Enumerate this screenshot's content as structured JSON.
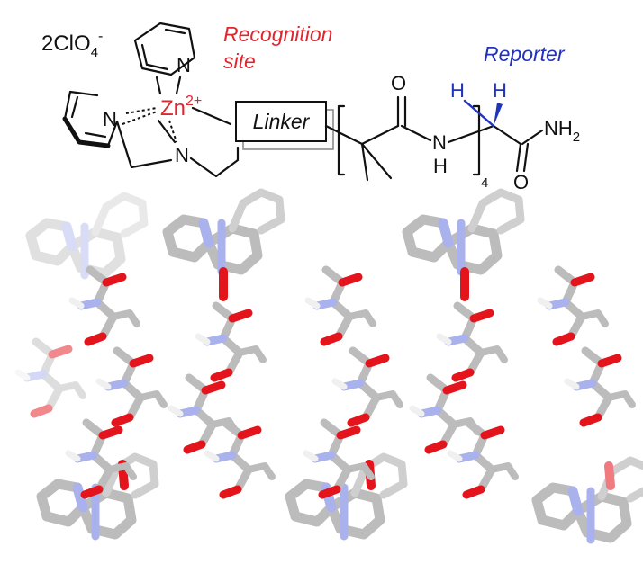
{
  "scheme": {
    "counterion": "2ClO",
    "counterion_sub": "4",
    "counterion_charge": "-",
    "metal": "Zn",
    "metal_charge": "2+",
    "recognition_line1": "Recognition",
    "recognition_line2": "site",
    "reporter": "Reporter",
    "linker": "Linker",
    "atom_N": "N",
    "atom_O": "O",
    "atom_H": "H",
    "repeat_count": "4",
    "terminal_group": "NH",
    "terminal_sub": "2"
  },
  "colors": {
    "recognition": "#e0262e",
    "reporter": "#2233bb",
    "metal": "#e0262e",
    "crystal_carbon": "#b9b9b9",
    "crystal_nitrogen": "#aab2ee",
    "crystal_oxygen": "#e3141c",
    "crystal_hydrogen": "#f2f2f2"
  }
}
